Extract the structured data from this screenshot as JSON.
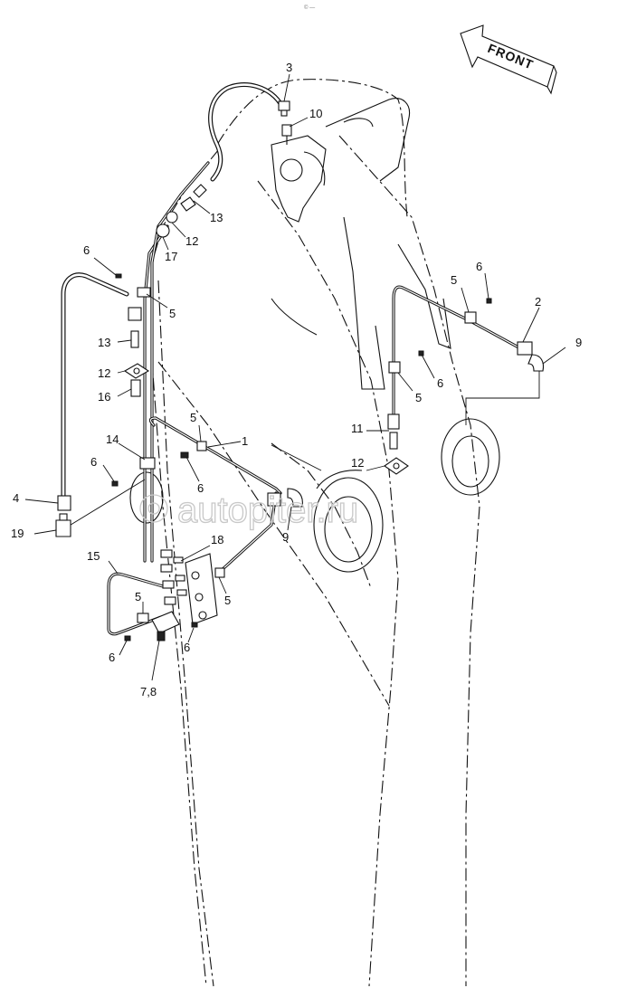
{
  "header": {
    "small_mark": "© —"
  },
  "orientation": {
    "front_label": "FRONT"
  },
  "watermark": {
    "text": "autopiter.ru"
  },
  "callouts": [
    {
      "id": "c3",
      "text": "3"
    },
    {
      "id": "c10",
      "text": "10"
    },
    {
      "id": "c13a",
      "text": "13"
    },
    {
      "id": "c12a",
      "text": "12"
    },
    {
      "id": "c17",
      "text": "17"
    },
    {
      "id": "c6a",
      "text": "6"
    },
    {
      "id": "c5a",
      "text": "5"
    },
    {
      "id": "c13b",
      "text": "13"
    },
    {
      "id": "c12b",
      "text": "12"
    },
    {
      "id": "c16",
      "text": "16"
    },
    {
      "id": "c5b",
      "text": "5"
    },
    {
      "id": "c6b",
      "text": "6"
    },
    {
      "id": "c2",
      "text": "2"
    },
    {
      "id": "c9a",
      "text": "9"
    },
    {
      "id": "c5c",
      "text": "5"
    },
    {
      "id": "c6c",
      "text": "6"
    },
    {
      "id": "c5d",
      "text": "5"
    },
    {
      "id": "c1",
      "text": "1"
    },
    {
      "id": "c14",
      "text": "14"
    },
    {
      "id": "c11",
      "text": "11"
    },
    {
      "id": "c6d",
      "text": "6"
    },
    {
      "id": "c6e",
      "text": "6"
    },
    {
      "id": "c12c",
      "text": "12"
    },
    {
      "id": "c4",
      "text": "4"
    },
    {
      "id": "c19",
      "text": "19"
    },
    {
      "id": "c9b",
      "text": "9"
    },
    {
      "id": "c15",
      "text": "15"
    },
    {
      "id": "c18",
      "text": "18"
    },
    {
      "id": "c5e",
      "text": "5"
    },
    {
      "id": "c5f",
      "text": "5"
    },
    {
      "id": "c6f",
      "text": "6"
    },
    {
      "id": "c6g",
      "text": "6"
    },
    {
      "id": "c78",
      "text": "7,8"
    }
  ]
}
